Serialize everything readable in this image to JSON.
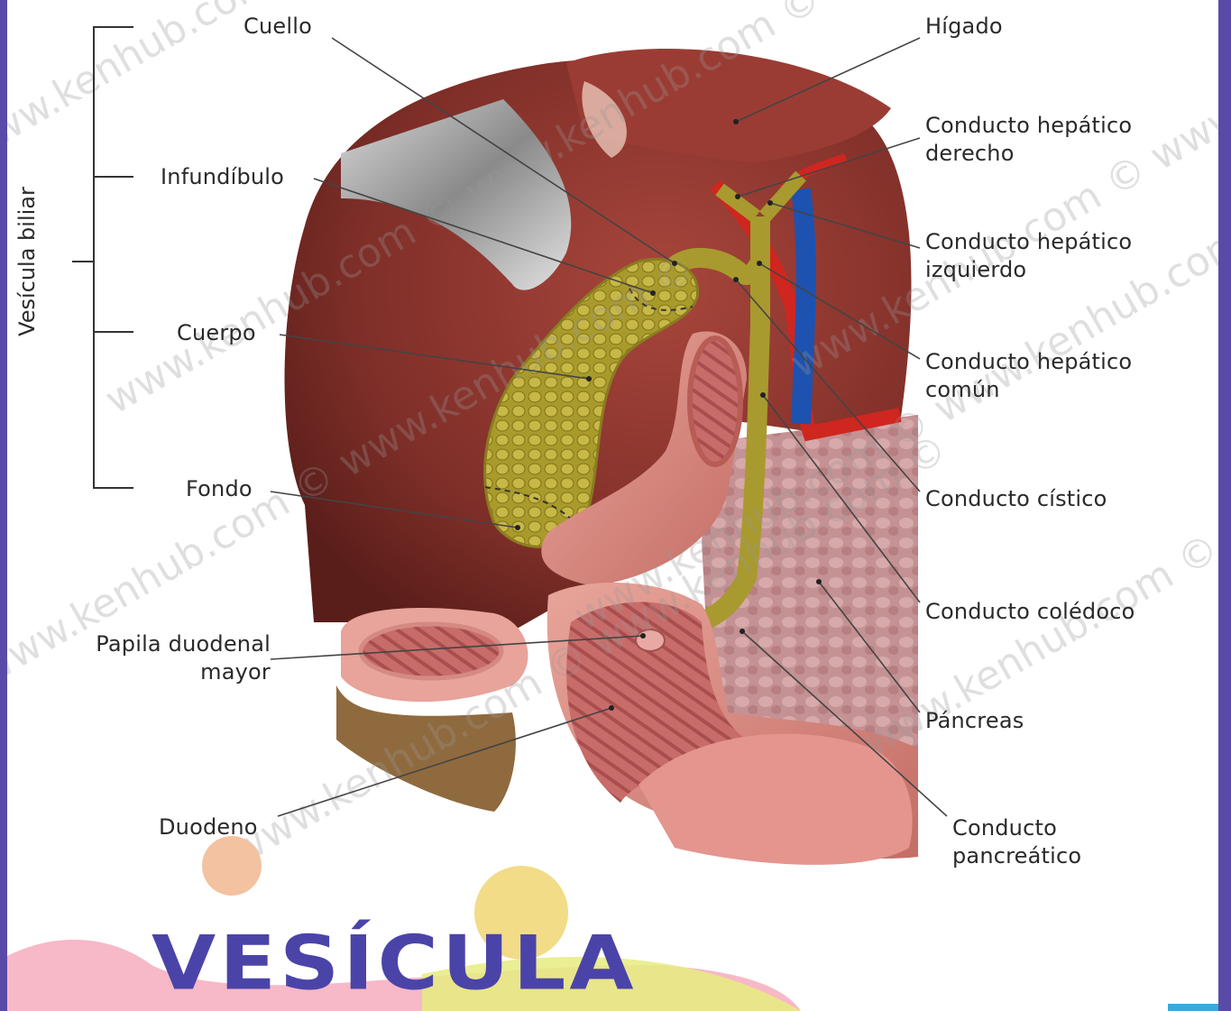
{
  "group_label": "Vesícula biliar",
  "labels_left": {
    "cuello": "Cuello",
    "infundibulo": "Infundíbulo",
    "cuerpo": "Cuerpo",
    "fondo": "Fondo",
    "papila_1": "Papila duodenal",
    "papila_2": "mayor",
    "duodeno": "Duodeno"
  },
  "labels_right": {
    "higado": "Hígado",
    "hep_der_1": "Conducto hepático",
    "hep_der_2": "derecho",
    "hep_izq_1": "Conducto hepático",
    "hep_izq_2": "izquierdo",
    "hep_com_1": "Conducto hepático",
    "hep_com_2": "común",
    "cistico": "Conducto cístico",
    "coledoco": "Conducto colédoco",
    "pancreas": "Páncreas",
    "pancreatico_1": "Conducto",
    "pancreatico_2": "pancreático"
  },
  "title": "VESÍCULA",
  "watermark": "www.kenhub.com ©",
  "colors": {
    "background_border": "#5a4aa8",
    "title": "#4b44a8",
    "gallbladder": "#a89a2e",
    "liver": "#8a3a32",
    "duodenum": "#d98a82",
    "pancreas": "#c28e8e",
    "artery": "#d42a24",
    "vein": "#1f55b5"
  }
}
